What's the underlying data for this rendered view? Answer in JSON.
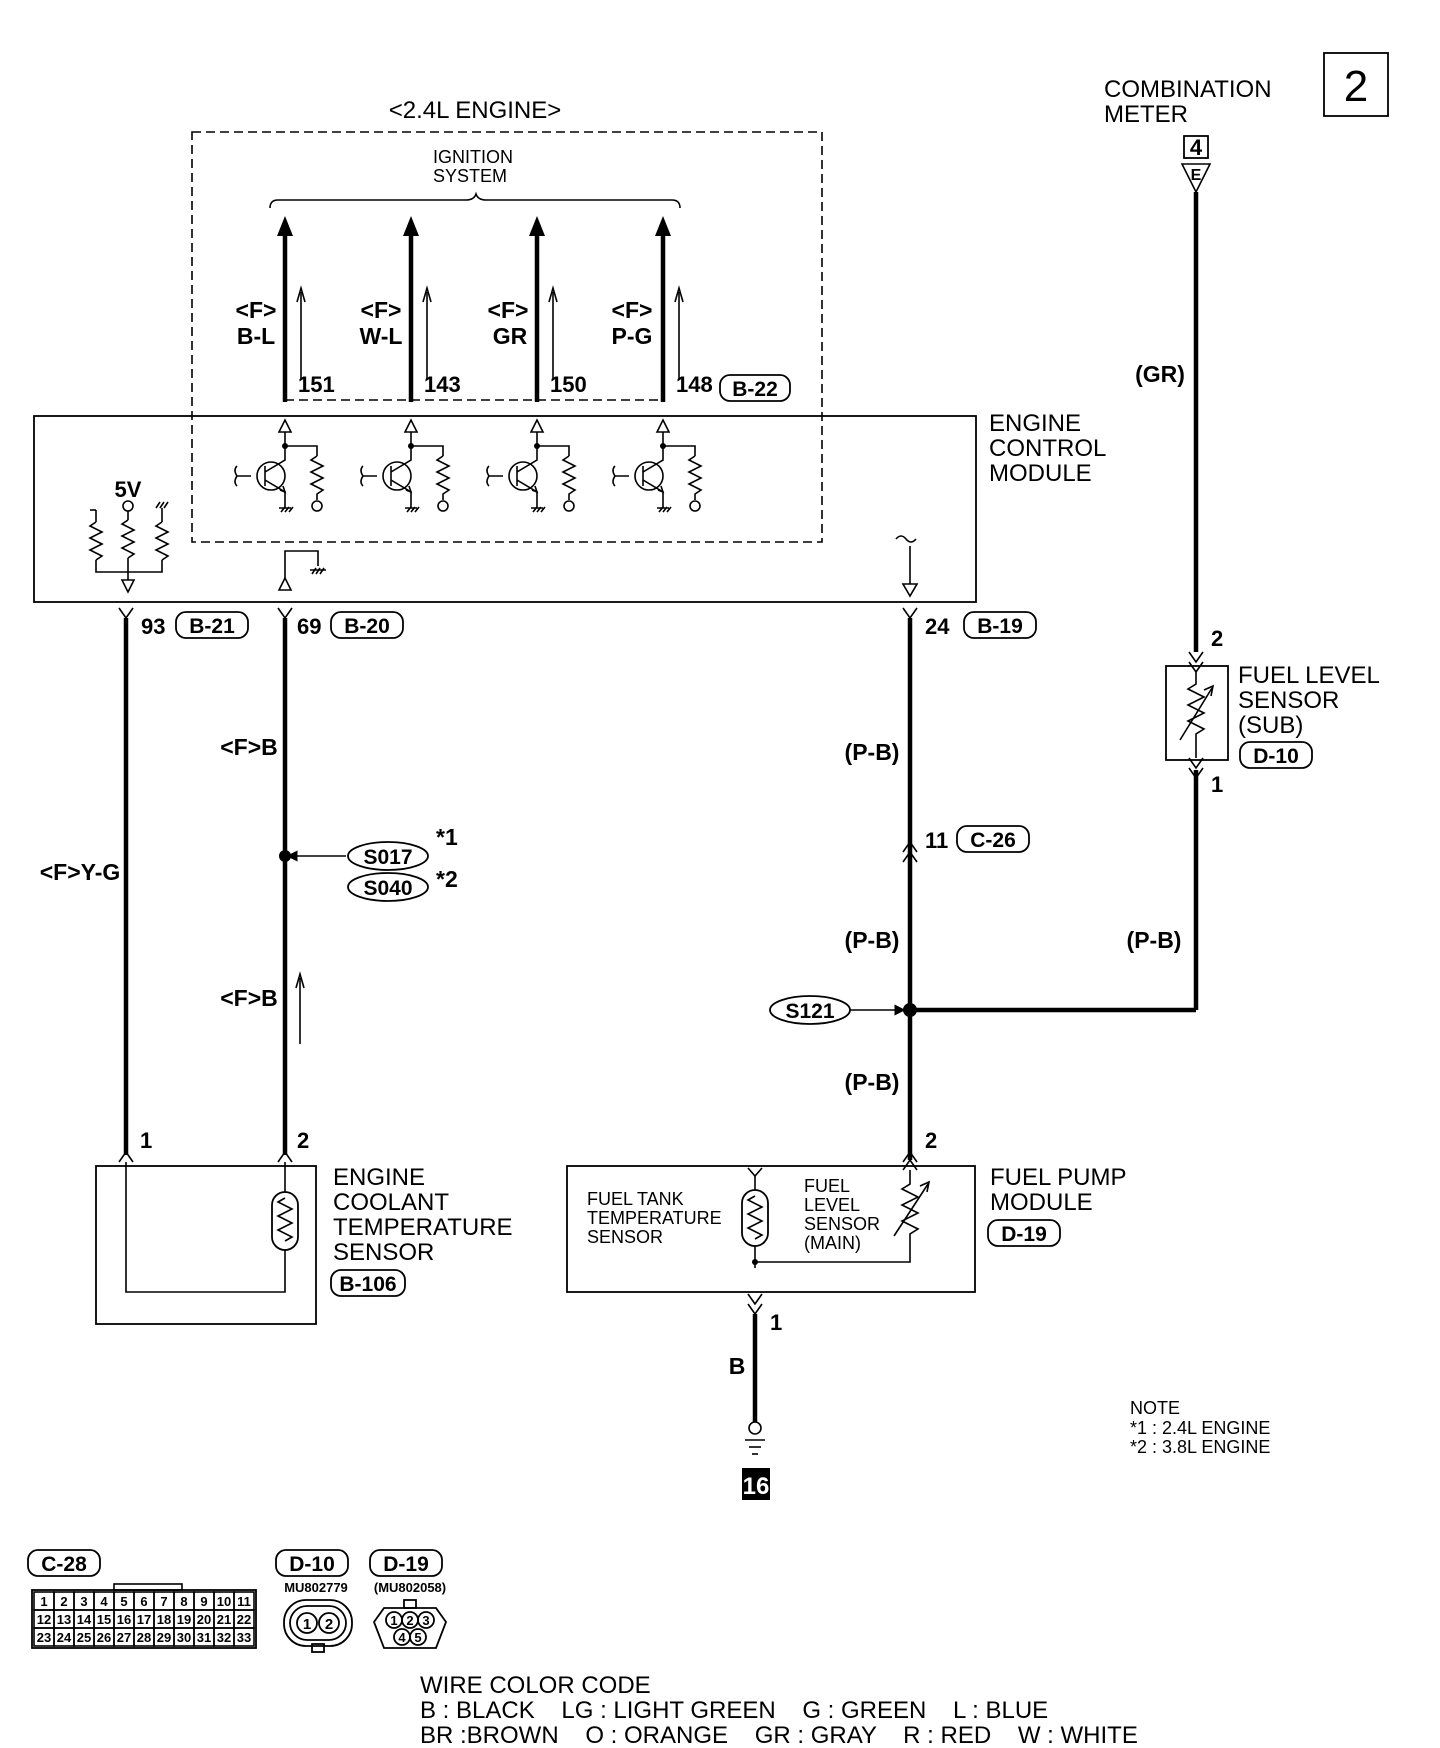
{
  "page_number": "2",
  "engine_block": {
    "title": "<2.4L ENGINE>",
    "ignition_system": [
      "IGNITION",
      "SYSTEM"
    ]
  },
  "ignition_outputs": [
    {
      "opt": "<F>",
      "color": "B-L",
      "pin": "151"
    },
    {
      "opt": "<F>",
      "color": "W-L",
      "pin": "143"
    },
    {
      "opt": "<F>",
      "color": "GR",
      "pin": "150"
    },
    {
      "opt": "<F>",
      "color": "P-G",
      "pin": "148"
    }
  ],
  "ecm": {
    "name": [
      "ENGINE",
      "CONTROL",
      "MODULE"
    ],
    "connector_top": "B-22",
    "supply_label": "5V"
  },
  "combination_meter": {
    "name": [
      "COMBINATION",
      "METER"
    ],
    "pin": "4",
    "pin_letter": "E",
    "wire_color": "(GR)"
  },
  "ecm_pins": [
    {
      "pin": "93",
      "connector": "B-21"
    },
    {
      "pin": "69",
      "connector": "B-20"
    },
    {
      "pin": "24",
      "connector": "B-19"
    }
  ],
  "wire_labels": {
    "coolant_signal": "<F>Y-G",
    "ground_upper": "<F>B",
    "ground_lower": "<F>B",
    "pump_upper": "(P-B)",
    "pump_mid": "(P-B)",
    "pump_lower": "(P-B)",
    "sub_sensor_wire": "(P-B)",
    "ground_wire": "B"
  },
  "splices": [
    {
      "id": "S017",
      "mark": "*1"
    },
    {
      "id": "S040",
      "mark": "*2"
    },
    {
      "id": "S121",
      "mark": ""
    }
  ],
  "intermediate_connector": {
    "pin": "11",
    "connector": "C-26"
  },
  "fuel_level_sensor_sub": {
    "name": [
      "FUEL LEVEL",
      "SENSOR",
      "(SUB)"
    ],
    "connector": "D-10",
    "pin_top": "2",
    "pin_bottom": "1"
  },
  "coolant_sensor": {
    "name": [
      "ENGINE",
      "COOLANT",
      "TEMPERATURE",
      "SENSOR"
    ],
    "connector": "B-106",
    "pin_left": "1",
    "pin_right": "2"
  },
  "fuel_pump_module": {
    "name": [
      "FUEL PUMP",
      "MODULE"
    ],
    "connector": "D-19",
    "pin_top": "2",
    "pin_bottom": "1",
    "tank_sensor": [
      "FUEL TANK",
      "TEMPERATURE",
      "SENSOR"
    ],
    "level_sensor": [
      "FUEL",
      "LEVEL",
      "SENSOR",
      "(MAIN)"
    ]
  },
  "ground_point": "16",
  "note": {
    "title": "NOTE",
    "lines": [
      "*1 : 2.4L ENGINE",
      "*2 : 3.8L ENGINE"
    ]
  },
  "connector_views": [
    {
      "id": "C-28",
      "part": "",
      "rows": [
        [
          "1",
          "2",
          "3",
          "4",
          "5",
          "6",
          "7",
          "8",
          "9",
          "10",
          "11"
        ],
        [
          "12",
          "13",
          "14",
          "15",
          "16",
          "17",
          "18",
          "19",
          "20",
          "21",
          "22"
        ],
        [
          "23",
          "24",
          "25",
          "26",
          "27",
          "28",
          "29",
          "30",
          "31",
          "32",
          "33"
        ]
      ]
    },
    {
      "id": "D-10",
      "part": "MU802779",
      "pins": [
        "1",
        "2"
      ]
    },
    {
      "id": "D-19",
      "part": "(MU802058)",
      "pins": [
        "1",
        "2",
        "3",
        "4",
        "5"
      ]
    }
  ],
  "wire_color_code": {
    "title": "WIRE COLOR CODE",
    "line1": "B : BLACK    LG : LIGHT GREEN    G : GREEN    L : BLUE",
    "line2": "BR :BROWN    O : ORANGE    GR : GRAY    R : RED    W : WHITE"
  }
}
